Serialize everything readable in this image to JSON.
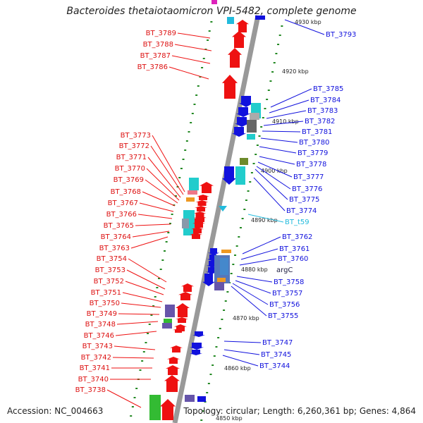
{
  "title": "Bacteroides thetaiotaomicron VPI-5482, complete genome",
  "accession": "Accession: NC_004663",
  "topology": "Topology: circular; Length: 6,260,361 bp; Genes: 4,864",
  "colors": {
    "forward": "#ee1111",
    "reverse": "#1111dd",
    "rna": "#22bbdd",
    "backbone": "#999999",
    "tick": "#228822",
    "cyan_block": "#22cccc",
    "gold_block": "#ee9922",
    "purple_block": "#6655aa",
    "green_block": "#33bb33",
    "magenta_block": "#dd22bb"
  },
  "ticks": [
    "4930 kbp",
    "4920 kbp",
    "4910 kbp",
    "4900 kbp",
    "4890 kbp",
    "4880 kbp",
    "4870 kbp",
    "4860 kbp",
    "4850 kbp"
  ],
  "left_labels": [
    "BT_3789",
    "BT_3788",
    "BT_3787",
    "BT_3786",
    "BT_3773",
    "BT_3772",
    "BT_3771",
    "BT_3770",
    "BT_3769",
    "BT_3768",
    "BT_3767",
    "BT_3766",
    "BT_3765",
    "BT_3764",
    "BT_3763",
    "BT_3754",
    "BT_3753",
    "BT_3752",
    "BT_3751",
    "BT_3750",
    "BT_3749",
    "BT_3748",
    "BT_3746",
    "BT_3743",
    "BT_3742",
    "BT_3741",
    "BT_3740",
    "BT_3738"
  ],
  "right_labels": [
    "BT_3793",
    "BT_3785",
    "BT_3784",
    "BT_3783",
    "BT_3782",
    "BT_3781",
    "BT_3780",
    "BT_3779",
    "BT_3778",
    "BT_3777",
    "BT_3776",
    "BT_3775",
    "BT_3774",
    "BT_t59",
    "BT_3762",
    "BT_3761",
    "BT_3760",
    "argC",
    "BT_3758",
    "BT_3757",
    "BT_3756",
    "BT_3755",
    "BT_3747",
    "BT_3745",
    "BT_3744"
  ]
}
